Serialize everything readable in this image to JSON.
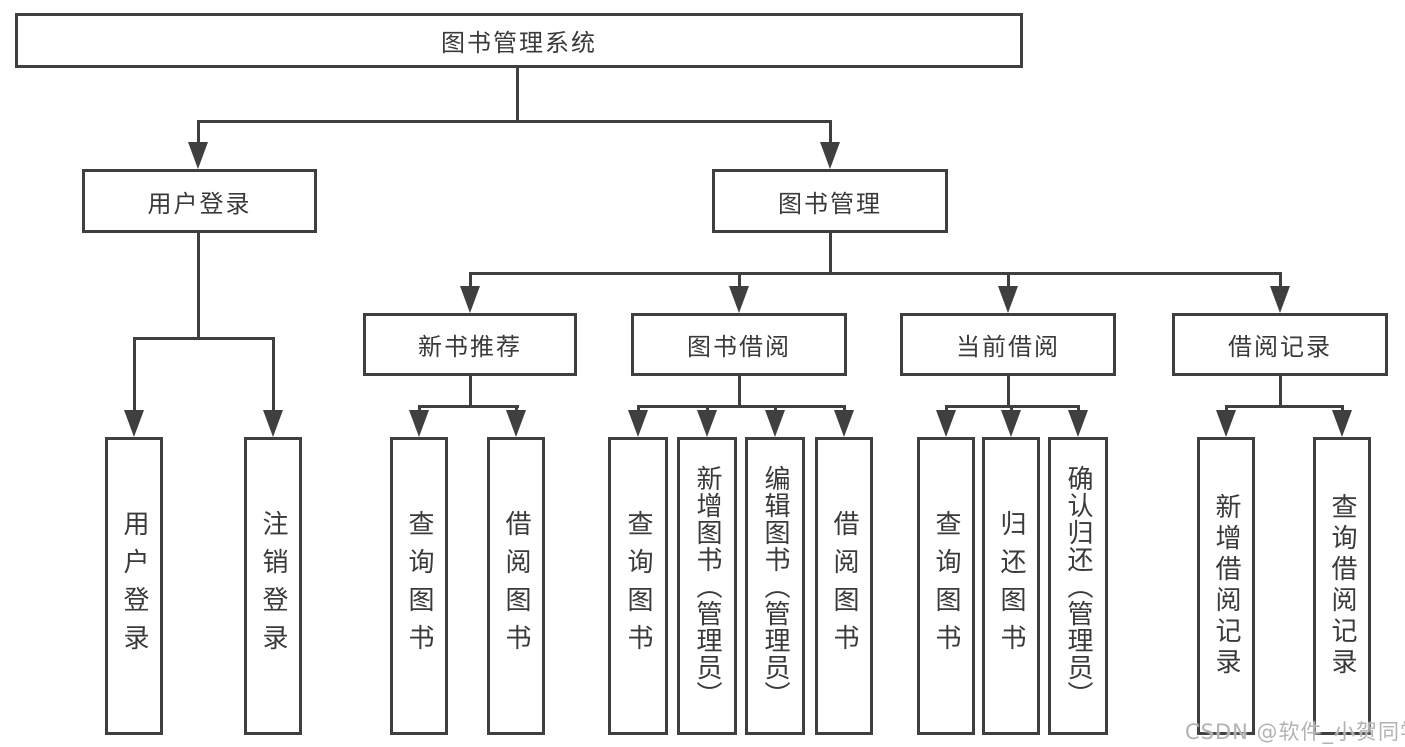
{
  "diagram": {
    "root_label": "图书管理系统",
    "level2": {
      "user_login": "用户登录",
      "book_management": "图书管理"
    },
    "user_login_children": [
      "用户登录",
      "注销登录"
    ],
    "modules": [
      {
        "label": "新书推荐",
        "children": [
          "查询图书",
          "借阅图书"
        ]
      },
      {
        "label": "图书借阅",
        "children": [
          "查询图书",
          "新增图书（管理员）",
          "编辑图书（管理员）",
          "借阅图书"
        ]
      },
      {
        "label": "当前借阅",
        "children": [
          "查询图书",
          "归还图书",
          "确认归还（管理员）"
        ]
      },
      {
        "label": "借阅记录",
        "children": [
          "新增借阅记录",
          "查询借阅记录"
        ]
      }
    ],
    "watermark": "CSDN @软件_小贺同学"
  },
  "colors": {
    "line": "#3f3f3f",
    "text": "#3a3a3a",
    "background": "#ffffff",
    "watermark": "#b3b3b3"
  }
}
